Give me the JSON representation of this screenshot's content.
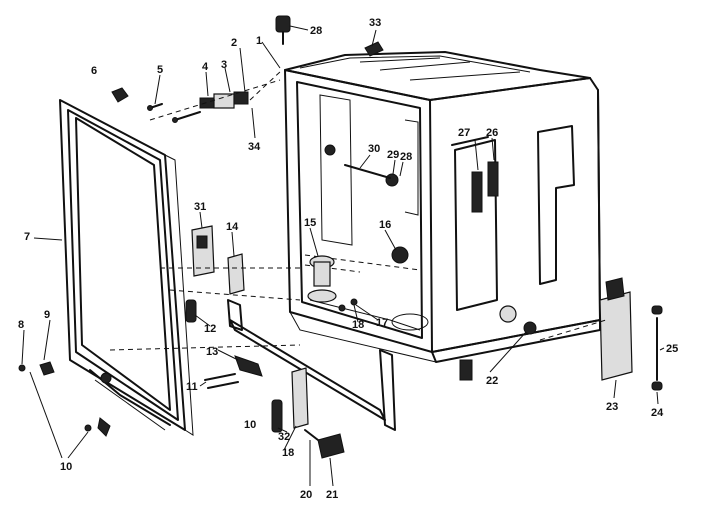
{
  "callouts": [
    {
      "id": "c1",
      "text": "1"
    },
    {
      "id": "c2",
      "text": "2"
    },
    {
      "id": "c3",
      "text": "3"
    },
    {
      "id": "c4",
      "text": "4"
    },
    {
      "id": "c5",
      "text": "5"
    },
    {
      "id": "c6",
      "text": "6"
    },
    {
      "id": "c7",
      "text": "7"
    },
    {
      "id": "c8",
      "text": "8"
    },
    {
      "id": "c9",
      "text": "9"
    },
    {
      "id": "c10a",
      "text": "10"
    },
    {
      "id": "c10b",
      "text": "10"
    },
    {
      "id": "c11",
      "text": "11"
    },
    {
      "id": "c12",
      "text": "12"
    },
    {
      "id": "c13",
      "text": "13"
    },
    {
      "id": "c14",
      "text": "14"
    },
    {
      "id": "c15",
      "text": "15"
    },
    {
      "id": "c16",
      "text": "16"
    },
    {
      "id": "c17",
      "text": "17"
    },
    {
      "id": "c18a",
      "text": "18"
    },
    {
      "id": "c18b",
      "text": "18"
    },
    {
      "id": "c20",
      "text": "20"
    },
    {
      "id": "c21",
      "text": "21"
    },
    {
      "id": "c22",
      "text": "22"
    },
    {
      "id": "c23",
      "text": "23"
    },
    {
      "id": "c24",
      "text": "24"
    },
    {
      "id": "c25",
      "text": "25"
    },
    {
      "id": "c26",
      "text": "26"
    },
    {
      "id": "c27",
      "text": "27"
    },
    {
      "id": "c28a",
      "text": "28"
    },
    {
      "id": "c28b",
      "text": "28"
    },
    {
      "id": "c29",
      "text": "29"
    },
    {
      "id": "c30",
      "text": "30"
    },
    {
      "id": "c31",
      "text": "31"
    },
    {
      "id": "c32",
      "text": "32"
    },
    {
      "id": "c33",
      "text": "33"
    },
    {
      "id": "c34",
      "text": "34"
    }
  ]
}
